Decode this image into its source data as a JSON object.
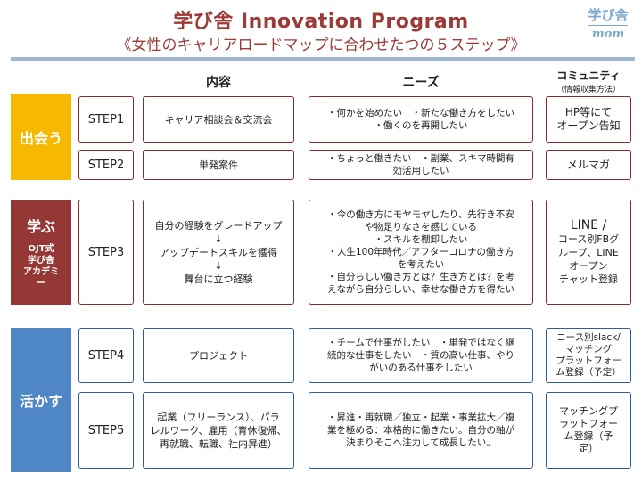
{
  "header": {
    "title": "学び舎 Innovation Program",
    "subtitle": "《女性のキャリアロードマップに合わせたつの５ステップ》",
    "logo_top": "学び舎",
    "logo_bottom": "mom"
  },
  "columns": {
    "content": "内容",
    "needs": "ニーズ",
    "community": "コミュニティ",
    "community_sub": "（情報収集方法）"
  },
  "groups": {
    "meet": {
      "label": "出会う",
      "color": "#f6b800"
    },
    "learn": {
      "label": "学ぶ",
      "sub": [
        "OJT式",
        "学び舎",
        "アカデミ",
        "ー"
      ],
      "color": "#953735"
    },
    "use": {
      "label": "活かす",
      "color": "#4f86c6"
    }
  },
  "steps": [
    {
      "step": "STEP1",
      "content": [
        "キャリア相談会＆交流会"
      ],
      "needs": [
        "・何かを始めたい　・新たな働き方をしたい",
        "・働くのを再開したい"
      ],
      "community": [
        "HP等にて",
        "オープン告知"
      ]
    },
    {
      "step": "STEP2",
      "content": [
        "単発案件"
      ],
      "needs": [
        "・ちょっと働きたい　・副業、スキマ時間有",
        "効活用したい"
      ],
      "community": [
        "メルマガ"
      ]
    },
    {
      "step": "STEP3",
      "content": [
        "自分の経験をグレードアップ",
        "↓",
        "アップデートスキルを獲得",
        "↓",
        "舞台に立つ経験"
      ],
      "needs": [
        "・今の働き方にモヤモヤしたり、先行き不安",
        "や物足りなさを感じている",
        "・スキルを棚卸したい",
        "・人生100年時代／アフターコロナの働き方",
        "を考えたい",
        "・自分らしい働き方とは？生き方とは？を考",
        "えながら自分らしい、幸せな働き方を得たい"
      ],
      "community": [
        "LINE /",
        "コース別FBグ",
        "ループ、LINE",
        "オープン",
        "チャット登録"
      ]
    },
    {
      "step": "STEP4",
      "content": [
        "プロジェクト"
      ],
      "needs": [
        "・チームで仕事がしたい　・単発ではなく継",
        "続的な仕事をしたい　・質の高い仕事、やり",
        "がいのある仕事をしたい"
      ],
      "community": [
        "コース別slack/",
        "マッチング",
        "プラットフォー",
        "ム登録（予定）"
      ]
    },
    {
      "step": "STEP5",
      "content": [
        "起業（フリーランス）、パラ",
        "レルワーク、雇用（育休復帰、",
        "再就職、転職、社内昇進）"
      ],
      "needs": [
        "・昇進・再就職／独立・起業・事業拡大／複",
        "業を極める：本格的に働きたい。自分の軸が",
        "決まりそこへ注力して成長したい。"
      ],
      "community": [
        "マッチングプ",
        "ラットフォー",
        "ム登録（予",
        "定）"
      ]
    }
  ]
}
